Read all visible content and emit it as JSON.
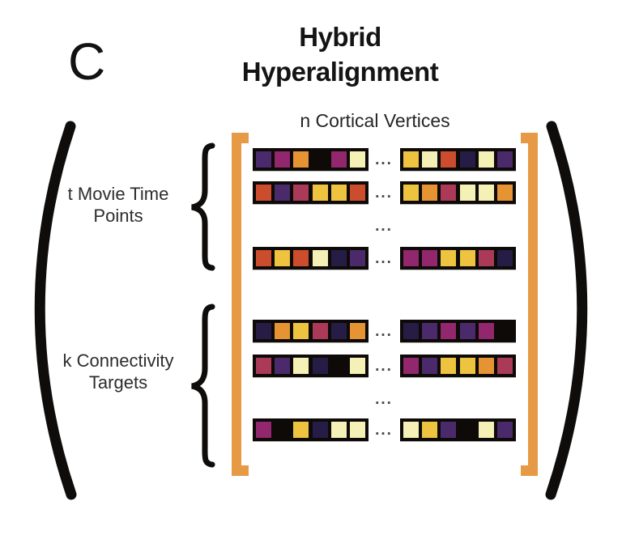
{
  "panel_label": "C",
  "title": {
    "line1": "Hybrid",
    "line2": "Hyperalignment"
  },
  "axis_labels": {
    "columns": "n Cortical Vertices",
    "row_group_top_line1": "t Movie Time",
    "row_group_top_line2": "Points",
    "row_group_bottom_line1": "k Connectivity",
    "row_group_bottom_line2": "Targets"
  },
  "ellipsis": "...",
  "colors": {
    "bracket_orange": "#E79A45",
    "parenthesis_black": "#0F0D0B",
    "block_background": "#0D0A07",
    "palette": {
      "black": "#0D0A07",
      "navy": "#251D46",
      "purple": "#4B2A6C",
      "magenta": "#92276E",
      "crimson": "#AA3A57",
      "rust": "#CC4D2D",
      "orange": "#E59333",
      "gold": "#EEC33F",
      "cream": "#F5F0B6"
    }
  },
  "matrix": {
    "groups": [
      {
        "name": "movie_time_points",
        "rows": [
          {
            "left": [
              "purple",
              "magenta",
              "orange",
              "black",
              "magenta",
              "cream"
            ],
            "right": [
              "gold",
              "cream",
              "rust",
              "navy",
              "cream",
              "purple"
            ]
          },
          {
            "left": [
              "rust",
              "purple",
              "crimson",
              "gold",
              "gold",
              "rust"
            ],
            "right": [
              "gold",
              "orange",
              "crimson",
              "cream",
              "cream",
              "orange"
            ]
          },
          {
            "left": [
              "rust",
              "gold",
              "rust",
              "cream",
              "navy",
              "purple"
            ],
            "right": [
              "magenta",
              "magenta",
              "gold",
              "gold",
              "crimson",
              "navy"
            ]
          }
        ]
      },
      {
        "name": "connectivity_targets",
        "rows": [
          {
            "left": [
              "navy",
              "orange",
              "gold",
              "crimson",
              "navy",
              "orange"
            ],
            "right": [
              "navy",
              "purple",
              "magenta",
              "purple",
              "magenta",
              "black"
            ]
          },
          {
            "left": [
              "crimson",
              "purple",
              "cream",
              "navy",
              "black",
              "cream"
            ],
            "right": [
              "magenta",
              "purple",
              "gold",
              "gold",
              "orange",
              "crimson"
            ]
          },
          {
            "left": [
              "magenta",
              "black",
              "gold",
              "navy",
              "cream",
              "cream"
            ],
            "right": [
              "cream",
              "gold",
              "purple",
              "black",
              "cream",
              "purple"
            ]
          }
        ]
      }
    ]
  }
}
